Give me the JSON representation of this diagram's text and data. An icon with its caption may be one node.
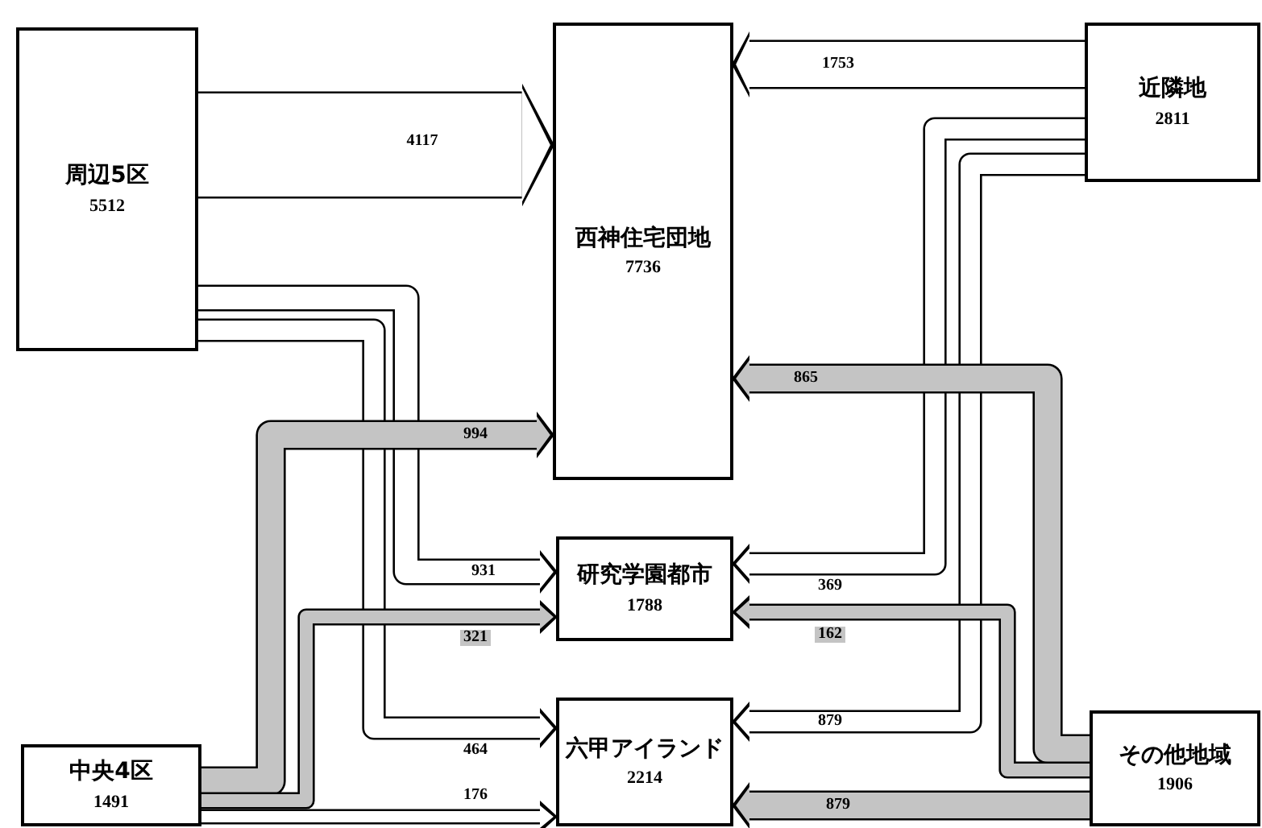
{
  "diagram": {
    "nodes": [
      {
        "text": [
          "周辺5区",
          "5512"
        ]
      },
      {
        "text": [
          "近隣地",
          "2811"
        ]
      },
      {
        "text": [
          "西神住宅団地",
          "7736"
        ]
      },
      {
        "text": [
          "研究学園都市",
          "1788"
        ]
      },
      {
        "text": [
          "六甲アイランド",
          "2214"
        ]
      },
      {
        "text": [
          "中央4区",
          "1491"
        ]
      },
      {
        "text": [
          "その他地域",
          "1906"
        ]
      }
    ],
    "edges": [
      {
        "from": 0,
        "to": 2,
        "arrow": "to",
        "label": "4117",
        "style": "thick"
      },
      {
        "from": 0,
        "to": 3,
        "arrow": "to",
        "label": "931"
      },
      {
        "from": 0,
        "to": 4,
        "arrow": "to",
        "label": "464"
      },
      {
        "from": 1,
        "to": 2,
        "arrow": "to",
        "label": "1753",
        "style": "thick"
      },
      {
        "from": 1,
        "to": 3,
        "arrow": "to",
        "label": "369"
      },
      {
        "from": 1,
        "to": 4,
        "arrow": "to",
        "label": "879"
      },
      {
        "from": 5,
        "to": 2,
        "arrow": "to",
        "label": "994",
        "color": "#c4c4c4"
      },
      {
        "from": 5,
        "to": 3,
        "arrow": "to",
        "label": "321",
        "color": "#c4c4c4"
      },
      {
        "from": 5,
        "to": 4,
        "arrow": "to",
        "label": "176"
      },
      {
        "from": 6,
        "to": 2,
        "arrow": "to",
        "label": "865",
        "color": "#c4c4c4"
      },
      {
        "from": 6,
        "to": 3,
        "arrow": "to",
        "label": "162",
        "color": "#c4c4c4"
      },
      {
        "from": 6,
        "to": 4,
        "arrow": "to",
        "label": "879",
        "color": "#c4c4c4"
      }
    ]
  }
}
